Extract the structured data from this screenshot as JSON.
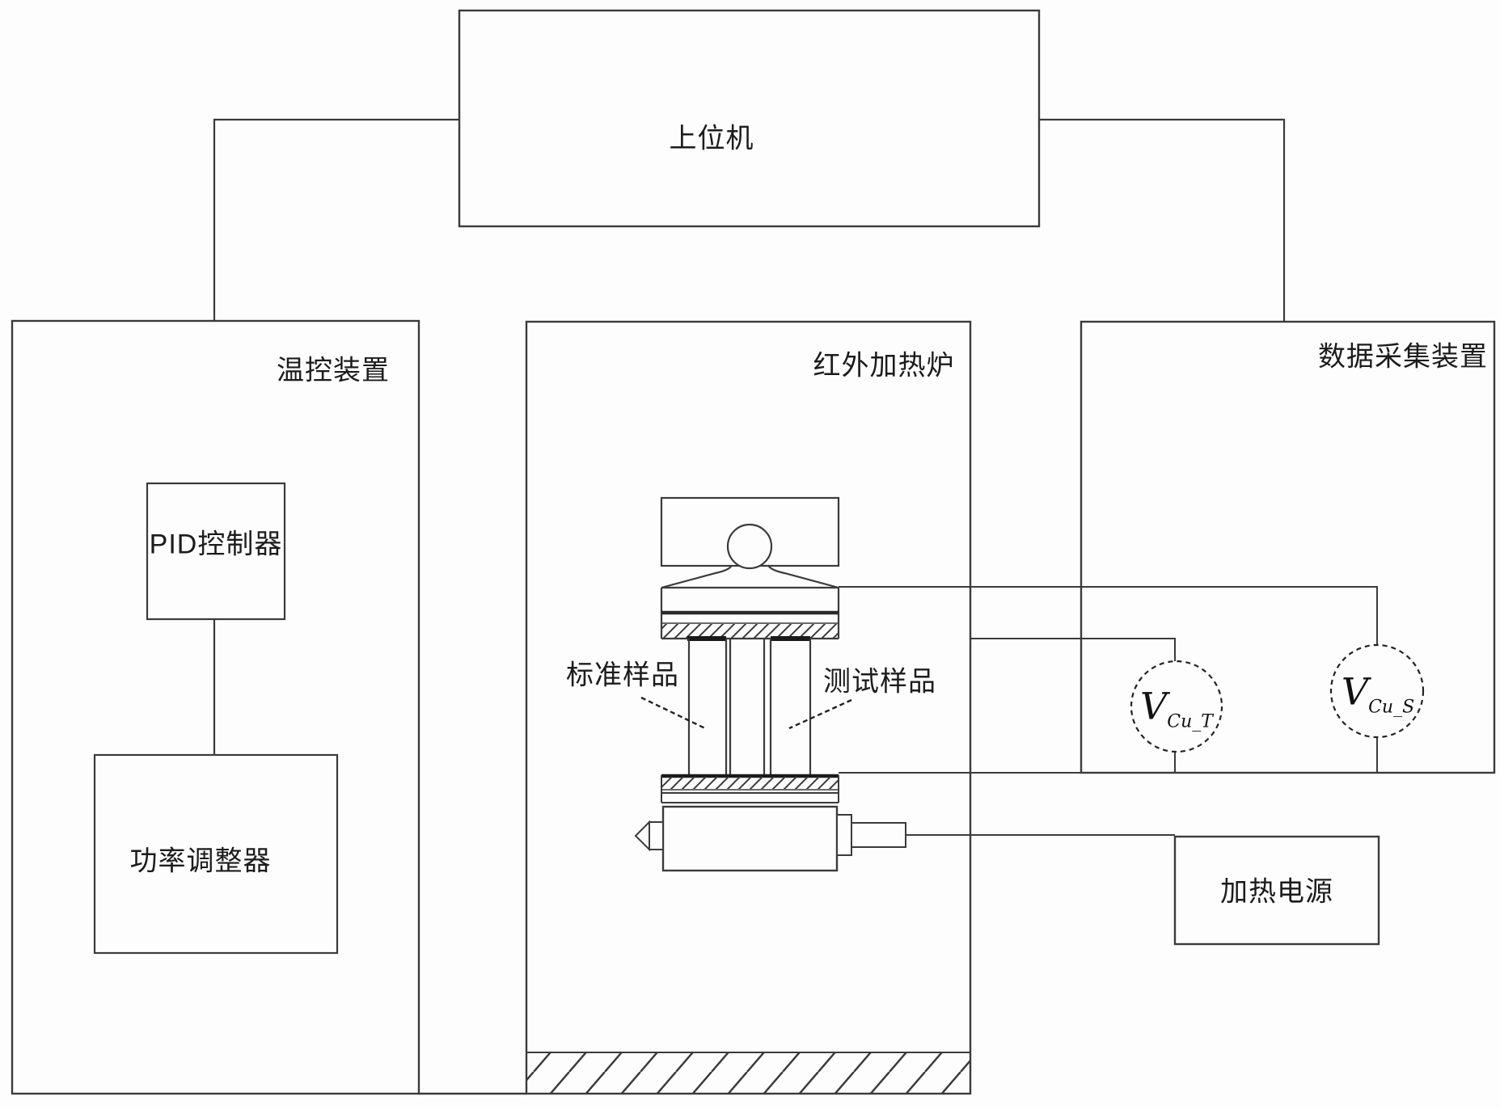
{
  "boxes": {
    "host": {
      "label": "上位机"
    },
    "temp_control": {
      "label": "温控装置"
    },
    "pid": {
      "label": "PID控制器"
    },
    "power": {
      "label": "功率调整器"
    },
    "furnace": {
      "label": "红外加热炉"
    },
    "daq": {
      "label": "数据采集装置"
    },
    "heat_supply": {
      "label": "加热电源"
    }
  },
  "annotations": {
    "standard_sample": "标准样品",
    "test_sample": "测试样品"
  },
  "meters": {
    "t": {
      "symbol": "V",
      "subscript": "Cu_T"
    },
    "s": {
      "symbol": "V",
      "subscript": "Cu_S"
    }
  },
  "colors": {
    "line": "#3b3b3b",
    "background": "#fdfdfd",
    "text": "#1c1c1c"
  }
}
